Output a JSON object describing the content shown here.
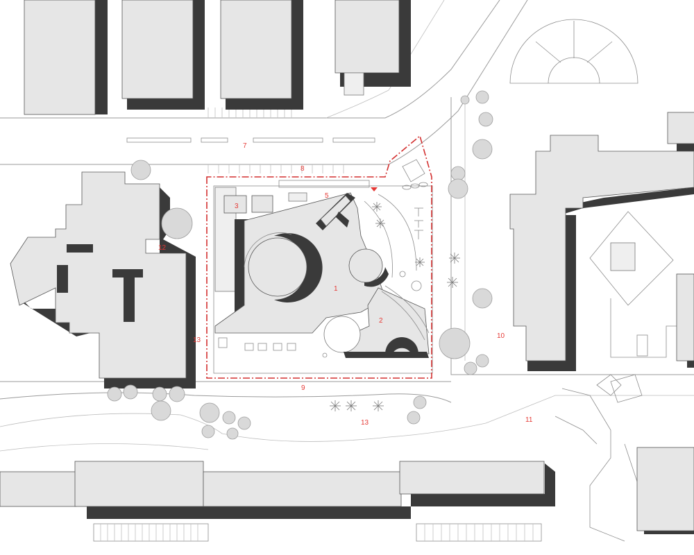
{
  "colors": {
    "background": "#ffffff",
    "building_fill": "#e6e6e6",
    "building_shadow": "#3a3a3a",
    "boundary": "#d32f2f",
    "label": "#e53935",
    "tree": "#d9d9d9"
  },
  "labels": {
    "l1": "1",
    "l2": "2",
    "l3": "3",
    "l5": "5",
    "l7": "7",
    "l8": "8",
    "l9": "9",
    "l10": "10",
    "l11": "11",
    "l12": "12",
    "l13a": "13",
    "l13b": "13"
  }
}
